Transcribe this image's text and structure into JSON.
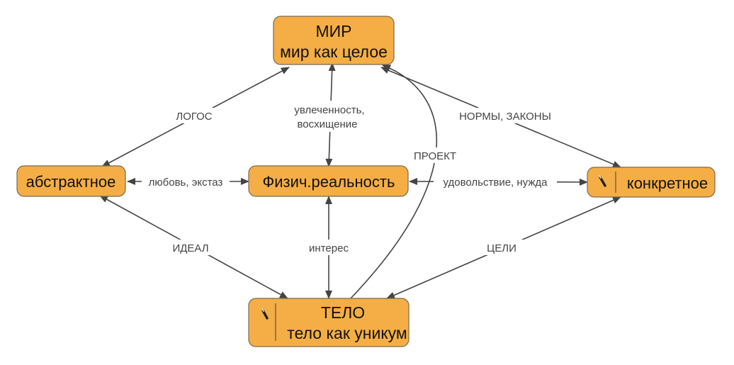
{
  "nodes": {
    "mir": {
      "line1": "МИР",
      "line2": "мир как целое"
    },
    "abstract": {
      "label": "абстрактное"
    },
    "physical": {
      "label": "Физич.реальность"
    },
    "concrete": {
      "label": "конкретное",
      "icon": "pencil-icon"
    },
    "telo": {
      "line1": "ТЕЛО",
      "line2": "тело как уникум",
      "icon": "pencil-icon"
    }
  },
  "edges": {
    "logos": "ЛОГОС",
    "admiration_1": "увлеченность,",
    "admiration_2": "восхищение",
    "norms": "НОРМЫ, ЗАКОНЫ",
    "project": "ПРОЕКТ",
    "love": "любовь, экстаз",
    "satisfaction": "удовольствие, нужда",
    "ideal": "ИДЕАЛ",
    "interest": "интерес",
    "goals": "ЦЕЛИ"
  },
  "colors": {
    "node_fill": "#f4ae45",
    "node_border": "#7a6a52",
    "edge": "#444444"
  }
}
